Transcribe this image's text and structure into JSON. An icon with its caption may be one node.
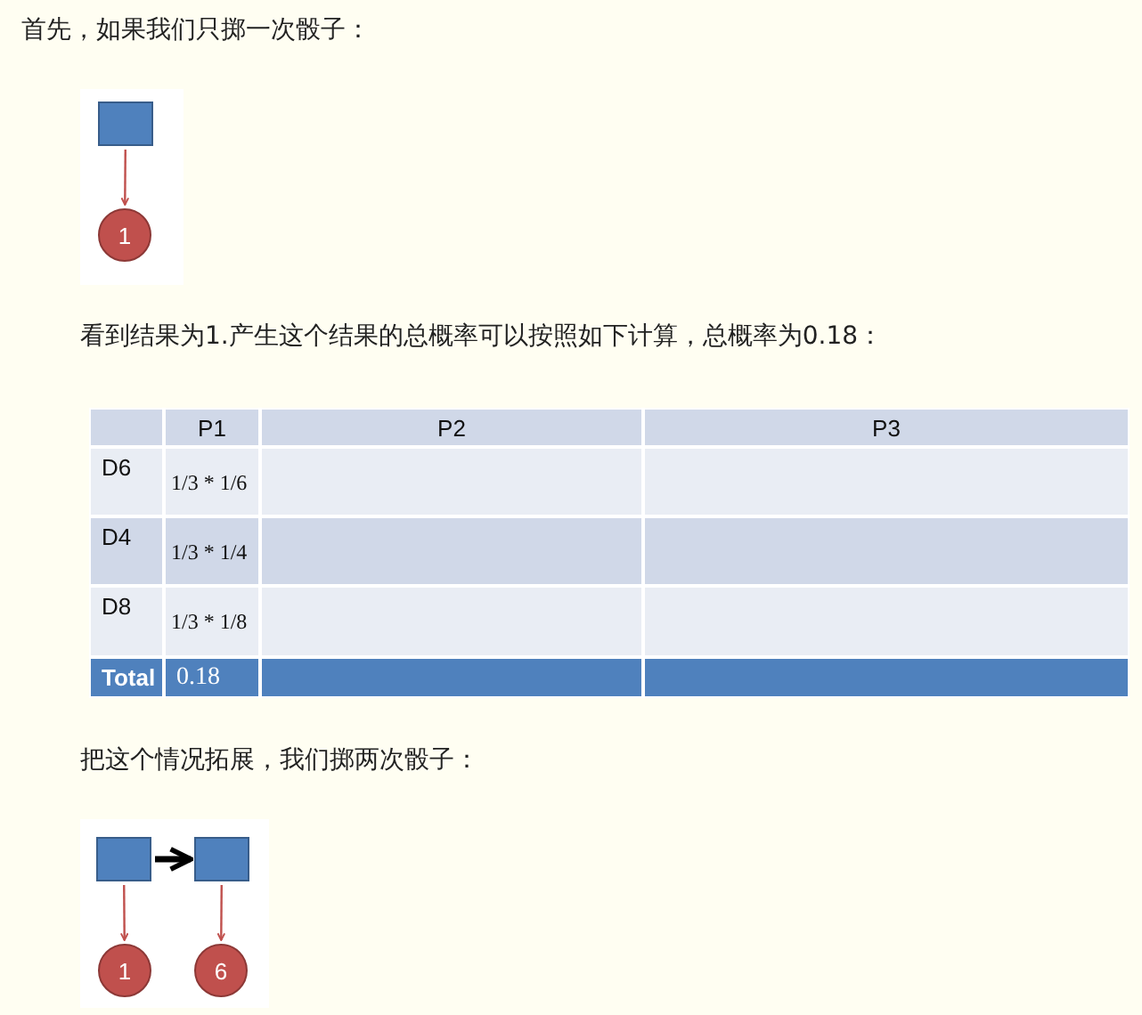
{
  "diagram": {
    "nodes": [
      {
        "text": [],
        "shape": "box"
      },
      {
        "text": [
          "1"
        ]
      },
      {
        "text": [],
        "shape": "box"
      },
      {
        "text": [],
        "shape": "box"
      },
      {
        "text": [
          "1"
        ]
      },
      {
        "text": [
          "6"
        ]
      }
    ],
    "edges": [
      {
        "from": 0,
        "to": 1,
        "arrow": "to"
      },
      {
        "from": 2,
        "to": 3,
        "arrow": "to",
        "style": "thick",
        "color": "#000000"
      },
      {
        "from": 2,
        "to": 4,
        "arrow": "to"
      },
      {
        "from": 3,
        "to": 5,
        "arrow": "to"
      }
    ],
    "labels": [
      "首先，如果我们只掷一次骰子：",
      "看到结果为1.产生这个结果的总概率可以按照如下计算，总概率为0.18：",
      "P1",
      "P2",
      "P3",
      "D6",
      "1/3 * 1/6",
      "D4",
      "1/3 * 1/4",
      "D8",
      "1/3 * 1/8",
      "Total",
      "0.18",
      "把这个情况拓展，我们掷两次骰子："
    ]
  }
}
